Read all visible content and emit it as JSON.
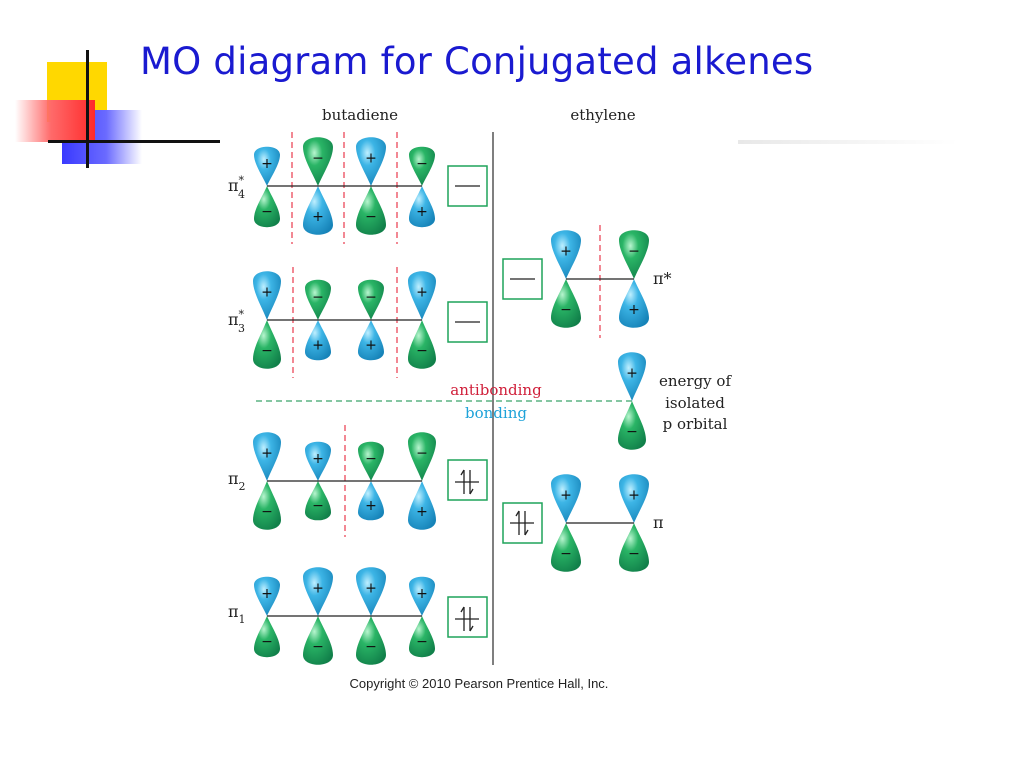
{
  "slide": {
    "title": "MO diagram for Conjugated alkenes"
  },
  "diagram": {
    "butadiene_label": "butadiene",
    "ethylene_label": "ethylene",
    "orbitals": {
      "pi4_star": {
        "symbol": "π",
        "subscript": "4",
        "superscript": "*"
      },
      "pi3_star": {
        "symbol": "π",
        "subscript": "3",
        "superscript": "*"
      },
      "pi2": {
        "symbol": "π",
        "subscript": "2"
      },
      "pi1": {
        "symbol": "π",
        "subscript": "1"
      },
      "ethylene_pi_star": "π*",
      "ethylene_pi": "π"
    },
    "antibonding_label": "antibonding",
    "bonding_label": "bonding",
    "isolated_label": [
      "energy of",
      "isolated",
      "p orbital"
    ],
    "copyright": "Copyright © 2010 Pearson Prentice Hall, Inc.",
    "phase_plus": "+",
    "phase_minus": "−",
    "colors": {
      "blue_lobe": "#2aa3d6",
      "green_lobe": "#1fa35a",
      "node_line": "#e83a4c",
      "box": "#1fa35a",
      "antibonding_text": "#d01f3a",
      "bonding_text": "#1fa3d9",
      "divider_dash": "#3aa56a",
      "title": "#1a1ad0"
    }
  }
}
